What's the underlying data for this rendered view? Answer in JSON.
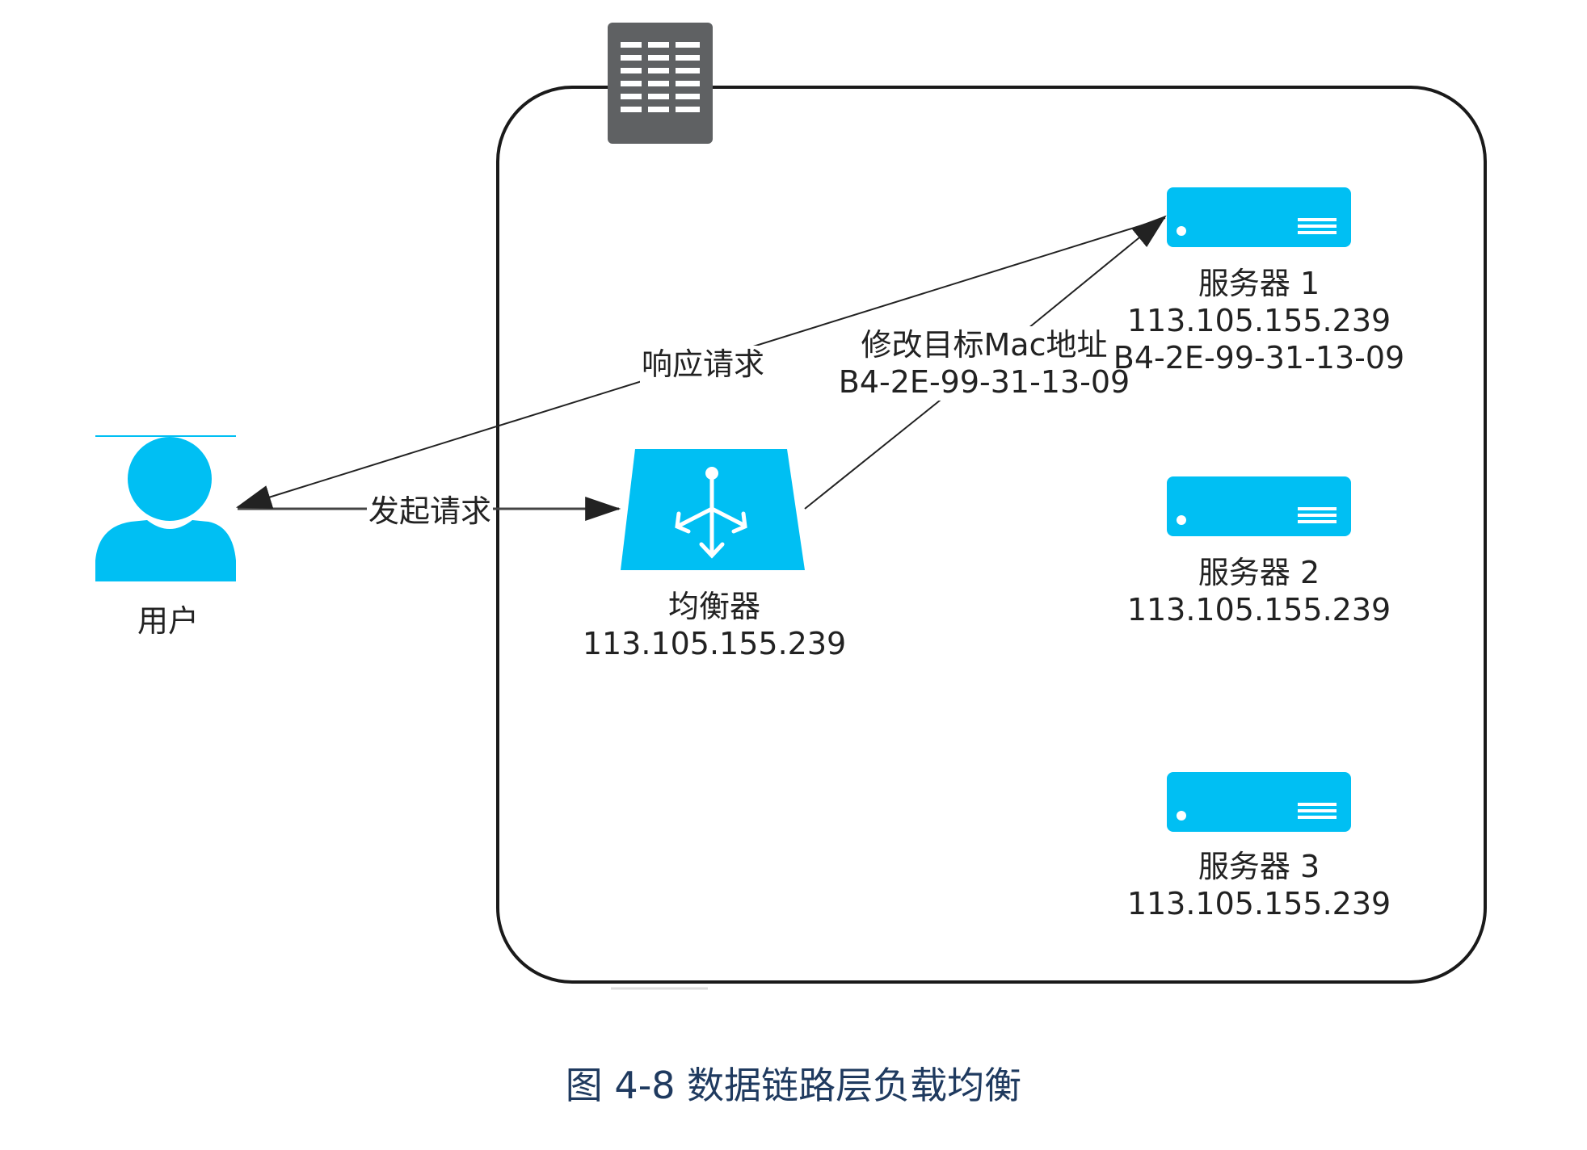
{
  "colors": {
    "accent": "#00BFF3",
    "building": "#5F6163",
    "line": "#222222",
    "caption": "#1F3A5F"
  },
  "nodes": {
    "user": {
      "icon": "user-icon",
      "label": "用户"
    },
    "datacenter": {
      "icon": "building-icon"
    },
    "balancer": {
      "icon": "load-balancer-icon",
      "name": "均衡器",
      "ip": "113.105.155.239"
    },
    "servers": [
      {
        "icon": "server-icon",
        "name": "服务器 1",
        "ip": "113.105.155.239",
        "mac": "B4-2E-99-31-13-09"
      },
      {
        "icon": "server-icon",
        "name": "服务器 2",
        "ip": "113.105.155.239"
      },
      {
        "icon": "server-icon",
        "name": "服务器 3",
        "ip": "113.105.155.239"
      }
    ]
  },
  "edges": {
    "request": "发起请求",
    "response": "响应请求",
    "rewrite_line1": "修改目标Mac地址",
    "rewrite_line2": "B4-2E-99-31-13-09"
  },
  "caption": "图 4-8 数据链路层负载均衡"
}
